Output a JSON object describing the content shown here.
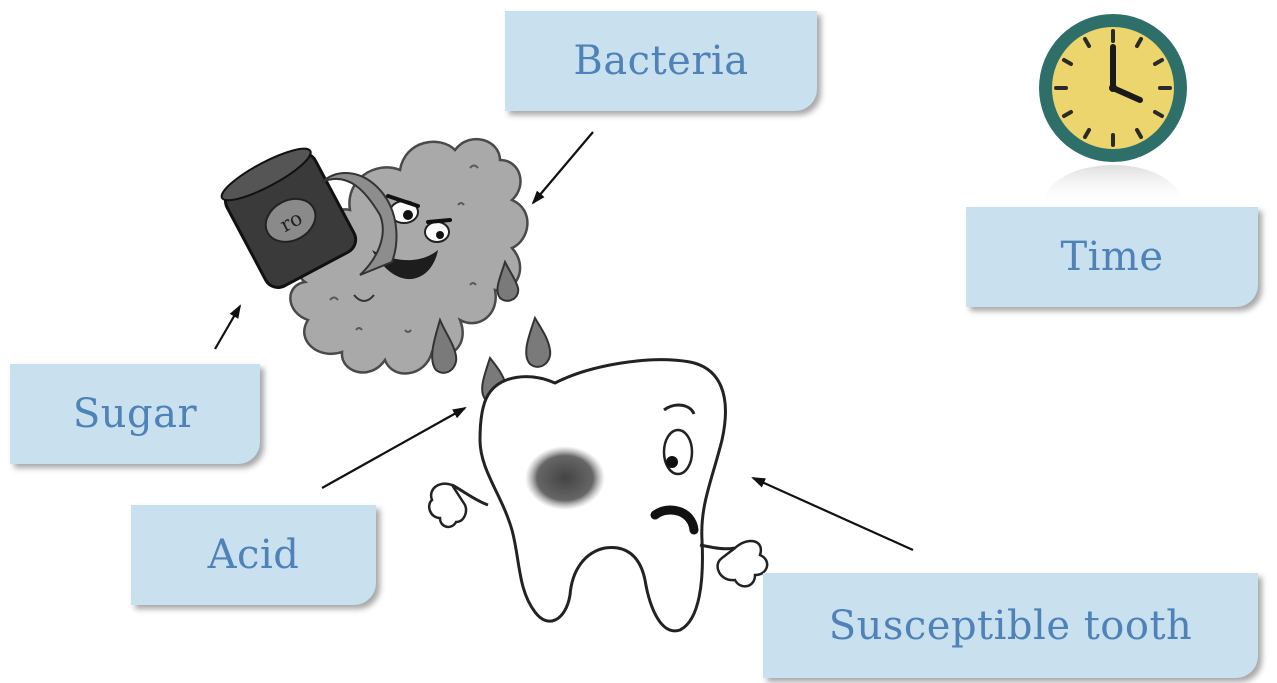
{
  "labels": {
    "bacteria": "Bacteria",
    "time": "Time",
    "sugar": "Sugar",
    "acid": "Acid",
    "tooth": "Susceptible tooth"
  },
  "colors": {
    "box_fill": "#c9e0ef",
    "box_text": "#4e82b8",
    "clock_face": "#ecd56c",
    "clock_rim": "#2f6f6a",
    "bacteria_fill": "#a9a9a9",
    "acid_drop": "#7a7a7a",
    "decay": "#555555"
  },
  "icons": [
    "clock-icon",
    "soda-can-icon",
    "bacteria-icon",
    "acid-drop-icon",
    "tooth-icon"
  ]
}
